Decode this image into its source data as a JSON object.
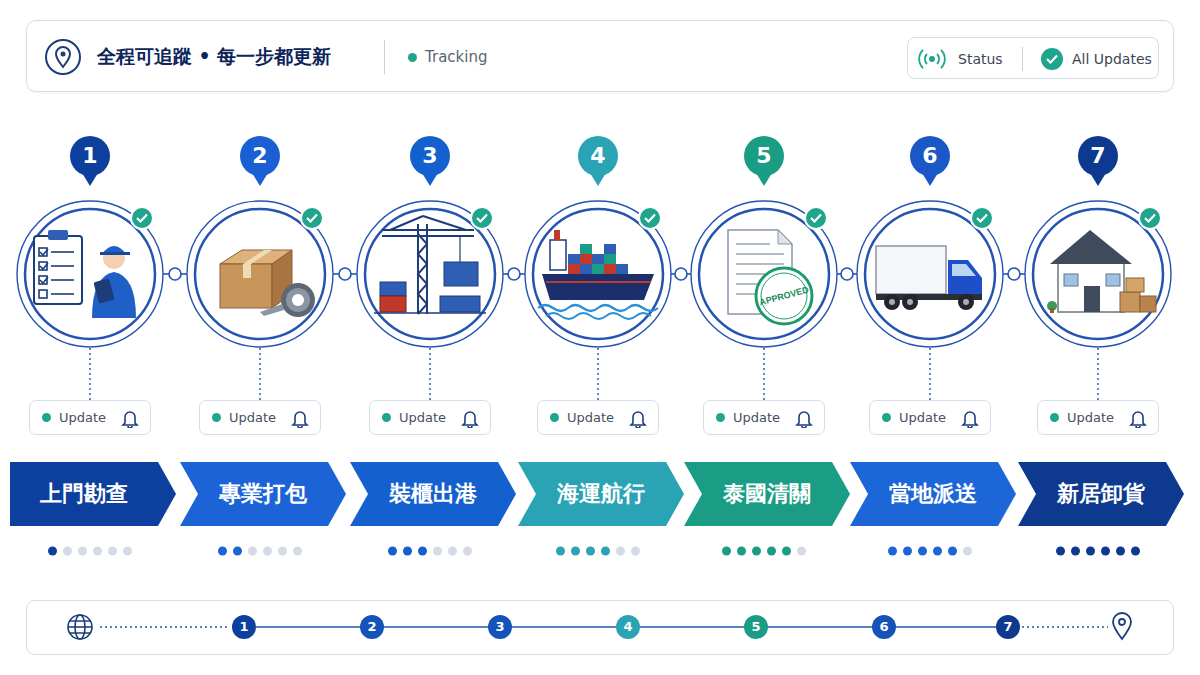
{
  "diagram": {
    "title": "全程可追蹤 • 每一步都更新",
    "nodes": [
      {
        "text": [
          "Tracking"
        ]
      },
      {
        "text": [
          "Status",
          "All Updates"
        ],
        "in": 0
      },
      {
        "text": [
          "1"
        ]
      },
      {
        "text": [
          "2"
        ]
      },
      {
        "text": [
          "3"
        ]
      },
      {
        "text": [
          "4"
        ]
      },
      {
        "text": [
          "5"
        ]
      },
      {
        "text": [
          "6"
        ]
      },
      {
        "text": [
          "7"
        ]
      },
      {
        "text": [
          "Update"
        ]
      },
      {
        "text": [
          "Update"
        ]
      },
      {
        "text": [
          "Update"
        ]
      },
      {
        "text": [
          "Update"
        ]
      },
      {
        "text": [
          "Update"
        ]
      },
      {
        "text": [
          "Update"
        ]
      },
      {
        "text": [
          "Update"
        ]
      },
      {
        "text": [
          "上門勘查"
        ]
      },
      {
        "text": [
          "專業打包"
        ]
      },
      {
        "text": [
          "裝櫃出港"
        ]
      },
      {
        "text": [
          "海運航行"
        ]
      },
      {
        "text": [
          "泰國清關"
        ]
      },
      {
        "text": [
          "當地派送"
        ]
      },
      {
        "text": [
          "新居卸貨"
        ]
      },
      {
        "text": [
          "1"
        ]
      },
      {
        "text": [
          "2"
        ]
      },
      {
        "text": [
          "3"
        ]
      },
      {
        "text": [
          "4"
        ]
      },
      {
        "text": [
          "5"
        ]
      },
      {
        "text": [
          "6"
        ]
      },
      {
        "text": [
          "7"
        ]
      }
    ],
    "edges": [
      {
        "from": 23,
        "to": 24,
        "arrow": "none"
      },
      {
        "from": 24,
        "to": 25,
        "arrow": "none"
      },
      {
        "from": 25,
        "to": 26,
        "arrow": "none"
      },
      {
        "from": 26,
        "to": 27,
        "arrow": "none"
      },
      {
        "from": 27,
        "to": 28,
        "arrow": "none"
      },
      {
        "from": 28,
        "to": 29,
        "arrow": "none"
      }
    ],
    "labels": [
      "APPROVED"
    ]
  }
}
